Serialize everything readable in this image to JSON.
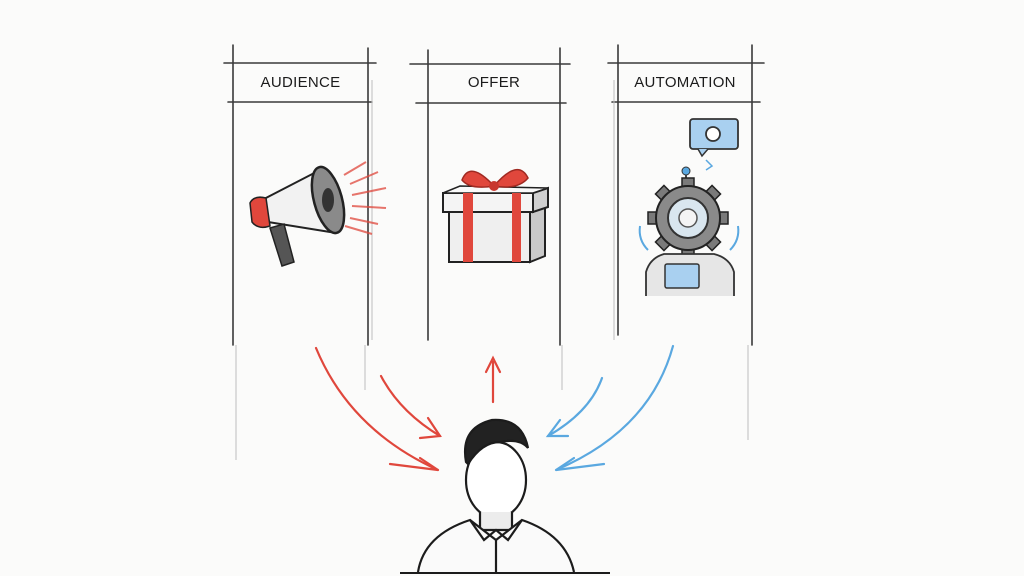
{
  "diagram": {
    "columns": [
      {
        "label": "AUDIENCE",
        "icon": "megaphone-icon",
        "accent": "#e0473c"
      },
      {
        "label": "OFFER",
        "icon": "gift-box-icon",
        "accent": "#e0473c"
      },
      {
        "label": "AUTOMATION",
        "icon": "robot-gear-icon",
        "accent": "#5aa8e0"
      }
    ],
    "center": {
      "icon": "person-icon"
    },
    "arrows": [
      {
        "from": "AUDIENCE",
        "to": "person",
        "color": "#e0473c",
        "count": 2
      },
      {
        "from": "person",
        "to": "OFFER",
        "color": "#e0473c",
        "count": 1
      },
      {
        "from": "AUTOMATION",
        "to": "person",
        "color": "#5aa8e0",
        "count": 2
      }
    ],
    "colors": {
      "red": "#e0473c",
      "blue": "#5aa8e0",
      "ink": "#2a2a2a"
    }
  }
}
